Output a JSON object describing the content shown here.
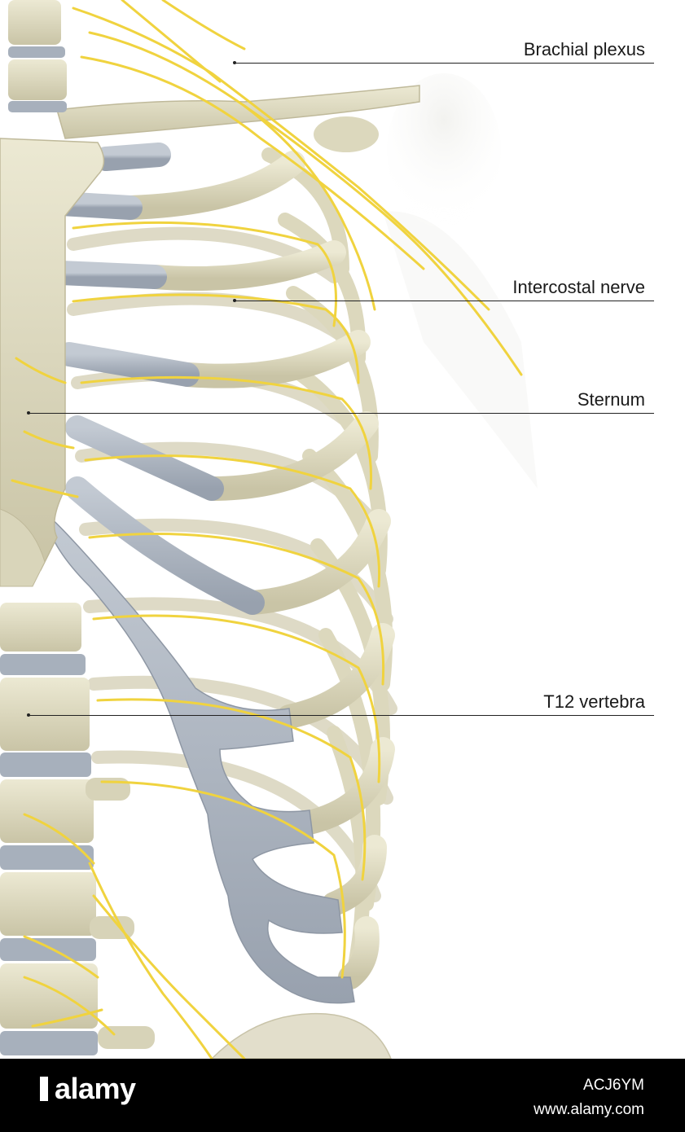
{
  "labels": {
    "brachial_plexus": "Brachial plexus",
    "intercostal_nerve": "Intercostal nerve",
    "sternum": "Sternum",
    "t12_vertebra": "T12 vertebra"
  },
  "footer": {
    "logo": "alamy",
    "image_id": "ACJ6YM",
    "url": "www.alamy.com"
  },
  "colors": {
    "bone": "#ddd9bf",
    "bone_dark": "#c5c0a2",
    "cartilage": "#a9b1bc",
    "nerve": "#f2d64a",
    "disc": "#9ea8b6"
  }
}
